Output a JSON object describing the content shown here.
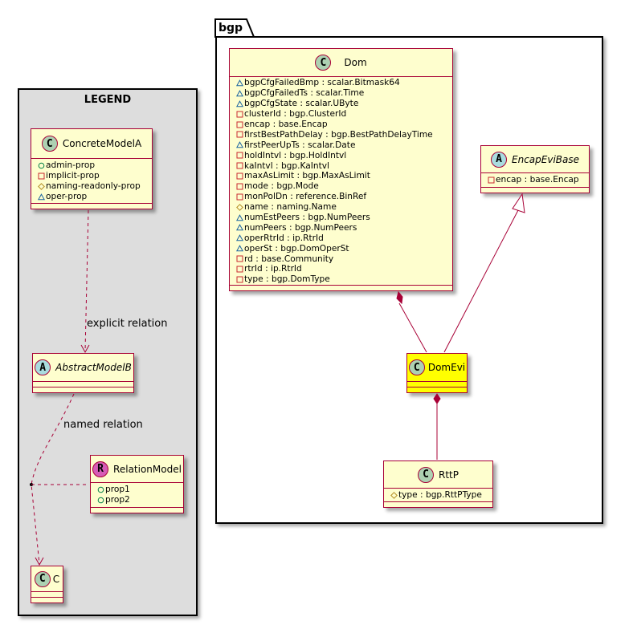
{
  "colors": {
    "class_fill": "#FEFECE",
    "class_border": "#A80036",
    "highlight_fill": "#FFFF00",
    "legend_bg": "#DDDDDD",
    "badge_class": "#ADD1B2",
    "badge_abstract": "#A9DCDF",
    "badge_relation": "#D65CB6"
  },
  "legend": {
    "title": "LEGEND",
    "concrete": {
      "badge": "C",
      "name": "ConcreteModelA",
      "props": [
        {
          "vis": "public",
          "text": "admin-prop"
        },
        {
          "vis": "private",
          "text": "implicit-prop"
        },
        {
          "vis": "protected",
          "text": "naming-readonly-prop"
        },
        {
          "vis": "package",
          "text": "oper-prop"
        }
      ]
    },
    "explicit_label": "explicit relation",
    "abstract": {
      "badge": "A",
      "name": "AbstractModelB"
    },
    "named_label": "named relation",
    "relation": {
      "badge": "R",
      "name": "RelationModel",
      "props": [
        {
          "vis": "public",
          "text": "prop1"
        },
        {
          "vis": "public",
          "text": "prop2"
        }
      ]
    },
    "c": {
      "badge": "C",
      "name": "C"
    }
  },
  "package": {
    "name": "bgp",
    "dom": {
      "badge": "C",
      "name": "Dom",
      "props": [
        {
          "vis": "package",
          "text": "bgpCfgFailedBmp : scalar.Bitmask64"
        },
        {
          "vis": "package",
          "text": "bgpCfgFailedTs : scalar.Time"
        },
        {
          "vis": "package",
          "text": "bgpCfgState : scalar.UByte"
        },
        {
          "vis": "private",
          "text": "clusterId : bgp.ClusterId"
        },
        {
          "vis": "private",
          "text": "encap : base.Encap"
        },
        {
          "vis": "private",
          "text": "firstBestPathDelay : bgp.BestPathDelayTime"
        },
        {
          "vis": "package",
          "text": "firstPeerUpTs : scalar.Date"
        },
        {
          "vis": "private",
          "text": "holdIntvl : bgp.HoldIntvl"
        },
        {
          "vis": "private",
          "text": "kaIntvl : bgp.KaIntvl"
        },
        {
          "vis": "private",
          "text": "maxAsLimit : bgp.MaxAsLimit"
        },
        {
          "vis": "private",
          "text": "mode : bgp.Mode"
        },
        {
          "vis": "private",
          "text": "monPolDn : reference.BinRef"
        },
        {
          "vis": "protected",
          "text": "name : naming.Name"
        },
        {
          "vis": "package",
          "text": "numEstPeers : bgp.NumPeers"
        },
        {
          "vis": "package",
          "text": "numPeers : bgp.NumPeers"
        },
        {
          "vis": "package",
          "text": "operRtrId : ip.RtrId"
        },
        {
          "vis": "package",
          "text": "operSt : bgp.DomOperSt"
        },
        {
          "vis": "private",
          "text": "rd : base.Community"
        },
        {
          "vis": "private",
          "text": "rtrId : ip.RtrId"
        },
        {
          "vis": "private",
          "text": "type : bgp.DomType"
        }
      ]
    },
    "encap": {
      "badge": "A",
      "name": "EncapEviBase",
      "props": [
        {
          "vis": "private",
          "text": "encap : base.Encap"
        }
      ]
    },
    "domevi": {
      "badge": "C",
      "name": "DomEvi"
    },
    "rttp": {
      "badge": "C",
      "name": "RttP",
      "props": [
        {
          "vis": "protected",
          "text": "type : bgp.RttPType"
        }
      ]
    }
  }
}
